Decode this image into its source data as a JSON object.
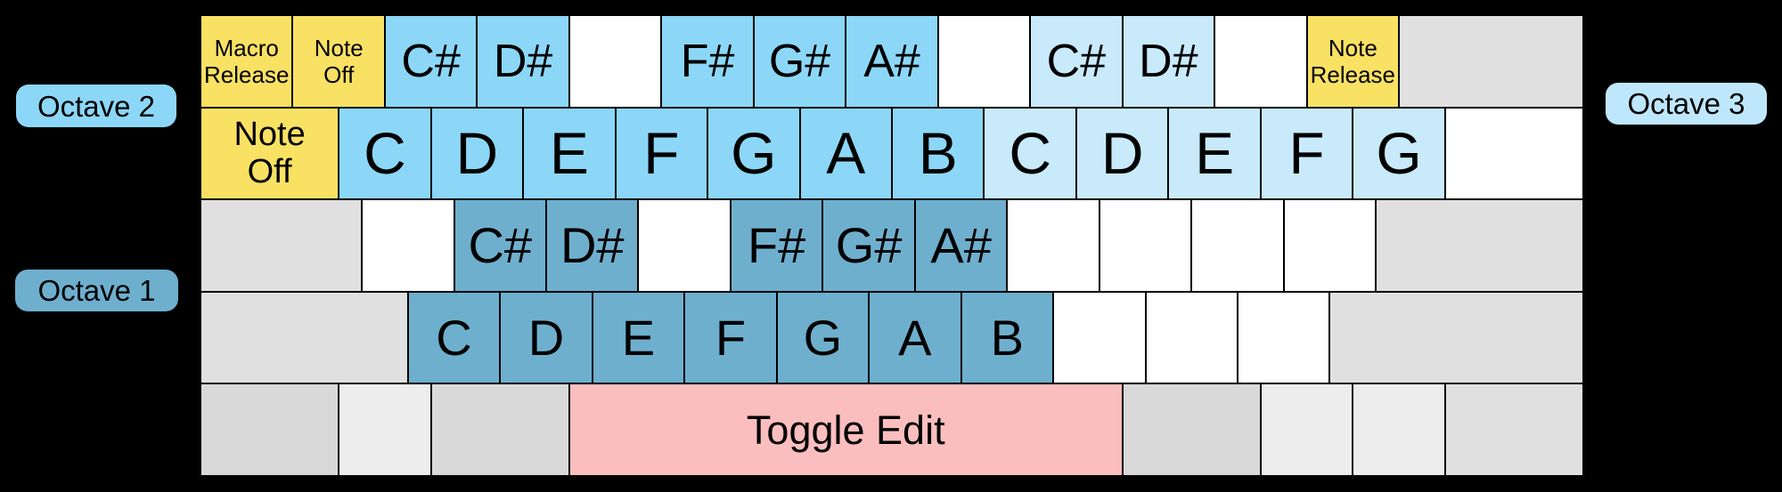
{
  "colors": {
    "background": "#000000",
    "key_border": "#000000",
    "text": "#000000",
    "yellow": "#F9E164",
    "sky_blue": "#8CD7F7",
    "light_blue": "#C8EAFB",
    "steel_blue": "#6FAFCE",
    "pink": "#FBBEBE",
    "white": "#FFFFFF",
    "gray": "#E0E0E0",
    "gray_dark": "#D9D9D9",
    "gray_light": "#EDEDED",
    "label_light_blue": "#BFE7FB"
  },
  "octave_labels": [
    {
      "id": "octave-2-label",
      "text": "Octave 2",
      "color": "sky_blue"
    },
    {
      "id": "octave-1-label",
      "text": "Octave 1",
      "color": "steel_blue"
    },
    {
      "id": "octave-3-label",
      "text": "Octave 3",
      "color": "label_light_blue"
    }
  ],
  "keyboard": {
    "units_per_row": 15,
    "rows": [
      {
        "keys": [
          {
            "name": "key-macro-release",
            "label": "Macro\nRelease",
            "color": "yellow",
            "u": 1,
            "size": "xs",
            "interactable": true
          },
          {
            "name": "key-note-off-row1",
            "label": "Note\nOff",
            "color": "yellow",
            "u": 1,
            "size": "xs",
            "interactable": true
          },
          {
            "name": "key-csharp-oct2",
            "label": "C#",
            "color": "sky_blue",
            "u": 1,
            "size": "note1",
            "interactable": true
          },
          {
            "name": "key-dsharp-oct2",
            "label": "D#",
            "color": "sky_blue",
            "u": 1,
            "size": "note1",
            "interactable": true
          },
          {
            "name": "key-unmapped",
            "color": "white",
            "u": 1,
            "interactable": false
          },
          {
            "name": "key-fsharp-oct2",
            "label": "F#",
            "color": "sky_blue",
            "u": 1,
            "size": "note1",
            "interactable": true
          },
          {
            "name": "key-gsharp-oct2",
            "label": "G#",
            "color": "sky_blue",
            "u": 1,
            "size": "note1",
            "interactable": true
          },
          {
            "name": "key-asharp-oct2",
            "label": "A#",
            "color": "sky_blue",
            "u": 1,
            "size": "note1",
            "interactable": true
          },
          {
            "name": "key-unmapped",
            "color": "white",
            "u": 1,
            "interactable": false
          },
          {
            "name": "key-csharp-oct3",
            "label": "C#",
            "color": "light_blue",
            "u": 1,
            "size": "note1",
            "interactable": true
          },
          {
            "name": "key-dsharp-oct3",
            "label": "D#",
            "color": "light_blue",
            "u": 1,
            "size": "note1",
            "interactable": true
          },
          {
            "name": "key-unmapped",
            "color": "white",
            "u": 1,
            "interactable": false
          },
          {
            "name": "key-note-release",
            "label": "Note\nRelease",
            "color": "yellow",
            "u": 1,
            "size": "xs",
            "interactable": true
          },
          {
            "name": "key-inactive",
            "color": "gray",
            "u": 2,
            "interactable": false
          }
        ]
      },
      {
        "keys": [
          {
            "name": "key-note-off",
            "label": "Note\nOff",
            "color": "yellow",
            "u": 1.5,
            "size": "sm",
            "interactable": true
          },
          {
            "name": "key-c-oct2",
            "label": "C",
            "color": "sky_blue",
            "u": 1,
            "size": "note2",
            "interactable": true
          },
          {
            "name": "key-d-oct2",
            "label": "D",
            "color": "sky_blue",
            "u": 1,
            "size": "note2",
            "interactable": true
          },
          {
            "name": "key-e-oct2",
            "label": "E",
            "color": "sky_blue",
            "u": 1,
            "size": "note2",
            "interactable": true
          },
          {
            "name": "key-f-oct2",
            "label": "F",
            "color": "sky_blue",
            "u": 1,
            "size": "note2",
            "interactable": true
          },
          {
            "name": "key-g-oct2",
            "label": "G",
            "color": "sky_blue",
            "u": 1,
            "size": "note2",
            "interactable": true
          },
          {
            "name": "key-a-oct2",
            "label": "A",
            "color": "sky_blue",
            "u": 1,
            "size": "note2",
            "interactable": true
          },
          {
            "name": "key-b-oct2",
            "label": "B",
            "color": "sky_blue",
            "u": 1,
            "size": "note2",
            "interactable": true
          },
          {
            "name": "key-c-oct3",
            "label": "C",
            "color": "light_blue",
            "u": 1,
            "size": "note2",
            "interactable": true
          },
          {
            "name": "key-d-oct3",
            "label": "D",
            "color": "light_blue",
            "u": 1,
            "size": "note2",
            "interactable": true
          },
          {
            "name": "key-e-oct3",
            "label": "E",
            "color": "light_blue",
            "u": 1,
            "size": "note2",
            "interactable": true
          },
          {
            "name": "key-f-oct3",
            "label": "F",
            "color": "light_blue",
            "u": 1,
            "size": "note2",
            "interactable": true
          },
          {
            "name": "key-g-oct3",
            "label": "G",
            "color": "light_blue",
            "u": 1,
            "size": "note2",
            "interactable": true
          },
          {
            "name": "key-unmapped",
            "color": "white",
            "u": 1.5,
            "interactable": false
          }
        ]
      },
      {
        "keys": [
          {
            "name": "key-inactive",
            "color": "gray",
            "u": 1.75,
            "interactable": false
          },
          {
            "name": "key-unmapped",
            "color": "white",
            "u": 1,
            "interactable": false
          },
          {
            "name": "key-csharp-oct1",
            "label": "C#",
            "color": "steel_blue",
            "u": 1,
            "size": "note3",
            "interactable": true
          },
          {
            "name": "key-dsharp-oct1",
            "label": "D#",
            "color": "steel_blue",
            "u": 1,
            "size": "note3",
            "interactable": true
          },
          {
            "name": "key-unmapped",
            "color": "white",
            "u": 1,
            "interactable": false
          },
          {
            "name": "key-fsharp-oct1",
            "label": "F#",
            "color": "steel_blue",
            "u": 1,
            "size": "note3",
            "interactable": true
          },
          {
            "name": "key-gsharp-oct1",
            "label": "G#",
            "color": "steel_blue",
            "u": 1,
            "size": "note3",
            "interactable": true
          },
          {
            "name": "key-asharp-oct1",
            "label": "A#",
            "color": "steel_blue",
            "u": 1,
            "size": "note3",
            "interactable": true
          },
          {
            "name": "key-unmapped",
            "color": "white",
            "u": 1,
            "interactable": false
          },
          {
            "name": "key-unmapped",
            "color": "white",
            "u": 1,
            "interactable": false
          },
          {
            "name": "key-unmapped",
            "color": "white",
            "u": 1,
            "interactable": false
          },
          {
            "name": "key-unmapped",
            "color": "white",
            "u": 1,
            "interactable": false
          },
          {
            "name": "key-inactive",
            "color": "gray",
            "u": 2.25,
            "interactable": false
          }
        ]
      },
      {
        "keys": [
          {
            "name": "key-inactive",
            "color": "gray",
            "u": 2.25,
            "interactable": false
          },
          {
            "name": "key-c-oct1",
            "label": "C",
            "color": "steel_blue",
            "u": 1,
            "size": "note3",
            "interactable": true
          },
          {
            "name": "key-d-oct1",
            "label": "D",
            "color": "steel_blue",
            "u": 1,
            "size": "note3",
            "interactable": true
          },
          {
            "name": "key-e-oct1",
            "label": "E",
            "color": "steel_blue",
            "u": 1,
            "size": "note3",
            "interactable": true
          },
          {
            "name": "key-f-oct1",
            "label": "F",
            "color": "steel_blue",
            "u": 1,
            "size": "note3",
            "interactable": true
          },
          {
            "name": "key-g-oct1",
            "label": "G",
            "color": "steel_blue",
            "u": 1,
            "size": "note3",
            "interactable": true
          },
          {
            "name": "key-a-oct1",
            "label": "A",
            "color": "steel_blue",
            "u": 1,
            "size": "note3",
            "interactable": true
          },
          {
            "name": "key-b-oct1",
            "label": "B",
            "color": "steel_blue",
            "u": 1,
            "size": "note3",
            "interactable": true
          },
          {
            "name": "key-unmapped",
            "color": "white",
            "u": 1,
            "interactable": false
          },
          {
            "name": "key-unmapped",
            "color": "white",
            "u": 1,
            "interactable": false
          },
          {
            "name": "key-unmapped",
            "color": "white",
            "u": 1,
            "interactable": false
          },
          {
            "name": "key-inactive",
            "color": "gray",
            "u": 2.75,
            "interactable": false
          }
        ]
      },
      {
        "keys": [
          {
            "name": "key-inactive",
            "color": "gray_dark",
            "u": 1.5,
            "interactable": false
          },
          {
            "name": "key-inactive",
            "color": "gray_light",
            "u": 1,
            "interactable": false
          },
          {
            "name": "key-inactive",
            "color": "gray_dark",
            "u": 1.5,
            "interactable": false
          },
          {
            "name": "key-toggle-edit",
            "label": "Toggle Edit",
            "color": "pink",
            "u": 6,
            "size": "lg",
            "interactable": true
          },
          {
            "name": "key-inactive",
            "color": "gray_dark",
            "u": 1.5,
            "interactable": false
          },
          {
            "name": "key-inactive",
            "color": "gray_light",
            "u": 1,
            "interactable": false
          },
          {
            "name": "key-inactive",
            "color": "gray_light",
            "u": 1,
            "interactable": false
          },
          {
            "name": "key-inactive",
            "color": "gray",
            "u": 1.5,
            "interactable": false
          }
        ]
      }
    ]
  }
}
